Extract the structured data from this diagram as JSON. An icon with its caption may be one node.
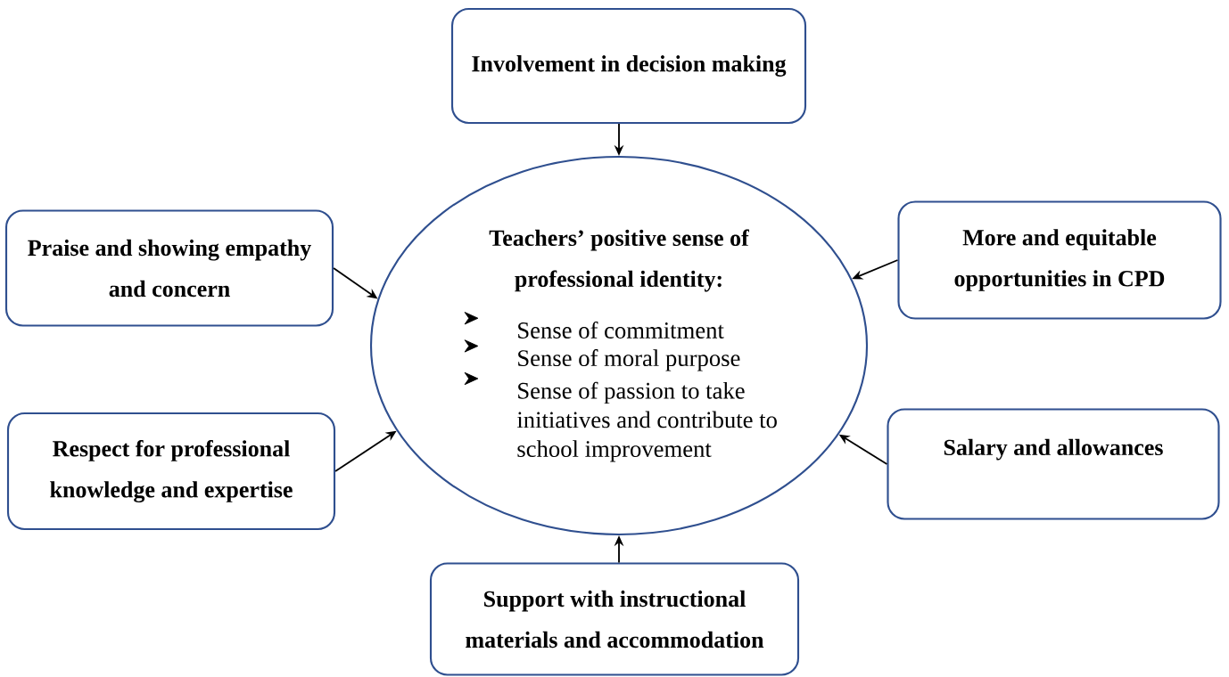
{
  "diagram": {
    "nodes": [
      {
        "text": [
          "Involvement in decision making"
        ]
      },
      {
        "text": [
          "Praise and showing empathy and concern"
        ]
      },
      {
        "text": [
          "Teachers’ positive sense of professional identity:",
          "Sense of commitment",
          "Sense of moral purpose",
          "Sense of passion to take initiatives and contribute to school improvement"
        ]
      },
      {
        "text": [
          "More and equitable opportunities in CPD"
        ]
      },
      {
        "text": [
          "Respect for professional knowledge and expertise"
        ]
      },
      {
        "text": [
          "Salary and allowances"
        ]
      },
      {
        "text": [
          "Support with instructional materials and accommodation"
        ]
      }
    ],
    "edges": [
      {
        "from": 0,
        "to": 2,
        "arrow": "to"
      },
      {
        "from": 1,
        "to": 2,
        "arrow": "to"
      },
      {
        "from": 3,
        "to": 2,
        "arrow": "to"
      },
      {
        "from": 4,
        "to": 2,
        "arrow": "to"
      },
      {
        "from": 5,
        "to": 2,
        "arrow": "to"
      },
      {
        "from": 6,
        "to": 2,
        "arrow": "to"
      }
    ]
  }
}
